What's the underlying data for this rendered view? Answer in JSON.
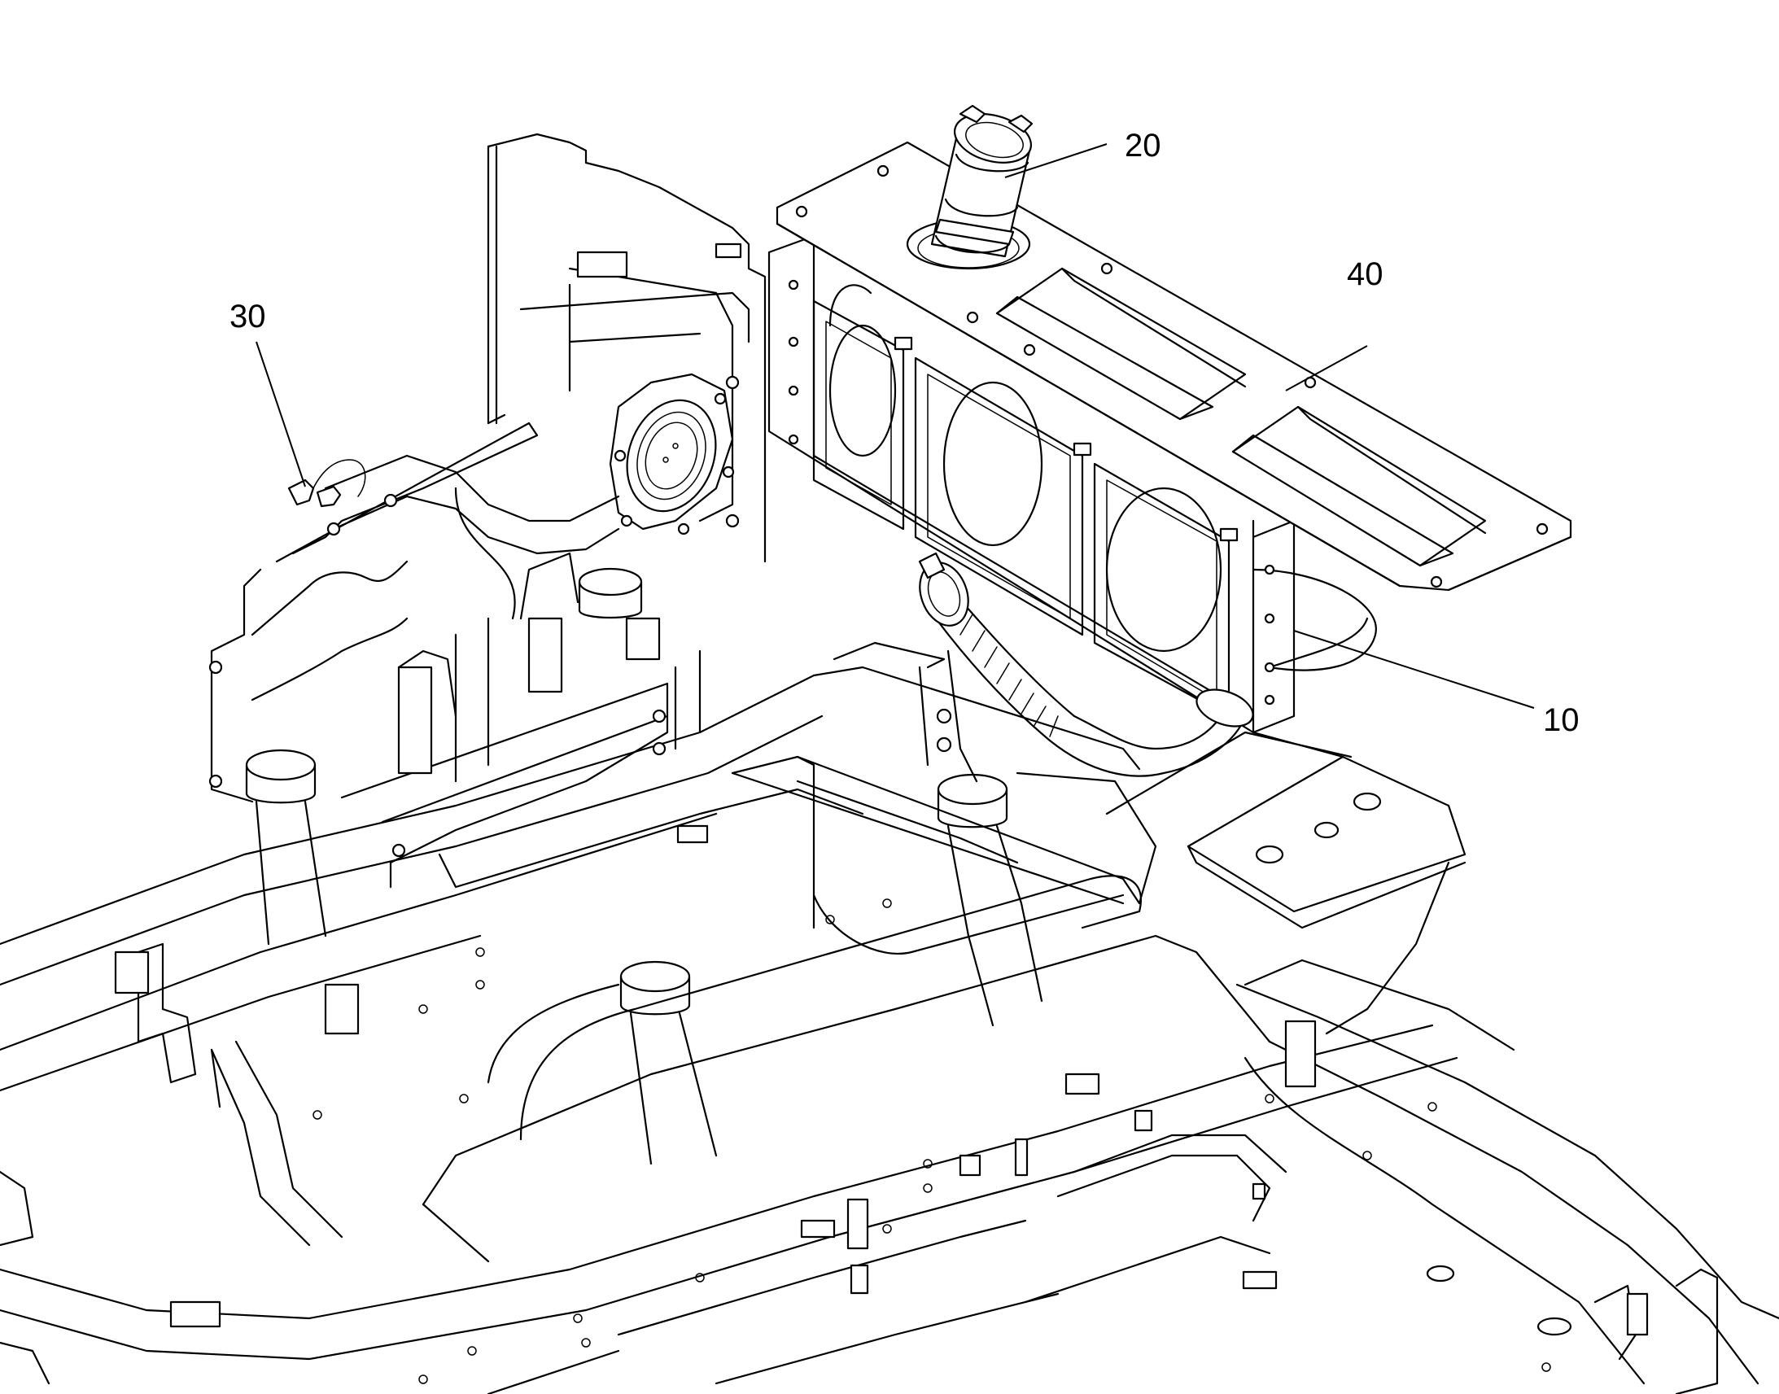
{
  "callouts": [
    {
      "id": "c20",
      "label": "20"
    },
    {
      "id": "c40",
      "label": "40"
    },
    {
      "id": "c30",
      "label": "30"
    },
    {
      "id": "c10",
      "label": "10"
    }
  ]
}
